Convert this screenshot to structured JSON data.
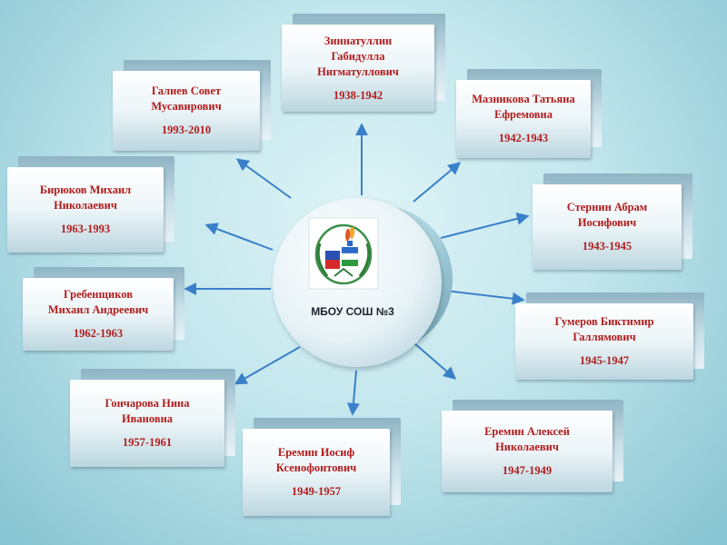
{
  "center": {
    "label": "МБОУ СОШ №3"
  },
  "colors": {
    "text": "#b11c1c",
    "arrow": "#3a7fc9"
  },
  "people": [
    {
      "name": "Зиннатуллин\nГабидулла\nНигматуллович",
      "years": "1938-1942"
    },
    {
      "name": "Мазникова Татьяна\nЕфремовна",
      "years": "1942-1943"
    },
    {
      "name": "Стернин Абрам\nИосифович",
      "years": "1943-1945"
    },
    {
      "name": "Гумеров Биктимир\nГаллямович",
      "years": "1945-1947"
    },
    {
      "name": "Еремин Алексей\nНиколаевич",
      "years": "1947-1949"
    },
    {
      "name": "Еремин Иосиф\nКсенофонтович",
      "years": "1949-1957"
    },
    {
      "name": "Гончарова Нина\nИвановна",
      "years": "1957-1961"
    },
    {
      "name": "Гребенщиков\nМихаил Андреевич",
      "years": "1962-1963"
    },
    {
      "name": "Бирюков Михаил\nНиколаевич",
      "years": "1963-1993"
    },
    {
      "name": "Галиев Совет\nМусавирович",
      "years": "1993-2010"
    }
  ]
}
